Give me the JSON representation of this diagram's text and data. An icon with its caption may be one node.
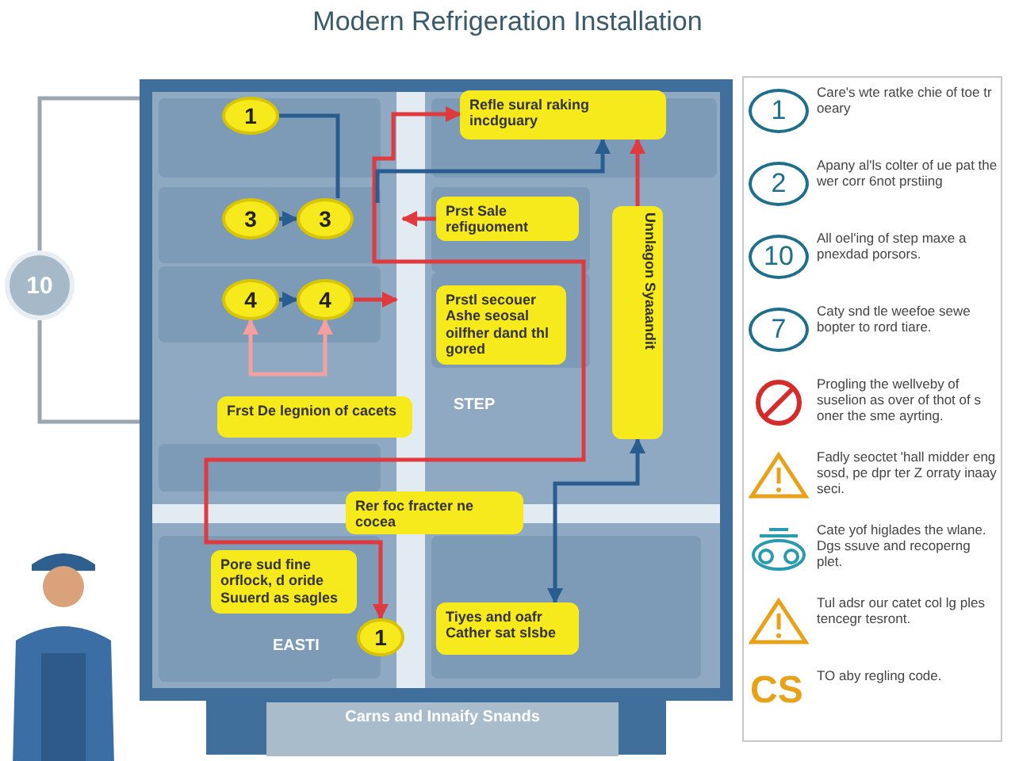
{
  "diagram": {
    "title": "Modern Refrigeration Installation",
    "nodes": [
      {
        "text": [],
        "shape": "box"
      },
      {
        "text": [
          "1"
        ],
        "in": 0
      },
      {
        "text": [
          "3"
        ],
        "in": 0
      },
      {
        "text": [
          "3"
        ],
        "in": 0
      },
      {
        "text": [
          "4"
        ],
        "in": 0
      },
      {
        "text": [
          "4"
        ],
        "in": 0
      },
      {
        "text": [
          "Refle sural raking incdguary"
        ],
        "in": 0
      },
      {
        "text": [
          "Prst Sale refiguoment"
        ],
        "in": 0
      },
      {
        "text": [
          "Prstl secouer Ashe seosal oilfher dand thl gored"
        ],
        "in": 0
      },
      {
        "text": [
          "Unnlagon Syaaandit"
        ],
        "in": 0
      },
      {
        "text": [
          "Frst De legnion of cacets"
        ],
        "in": 0
      },
      {
        "text": [
          "Rer foc fracter ne cocea"
        ],
        "in": 0
      },
      {
        "text": [
          "Pore sud fine orflock, d oride Suuerd as sagles"
        ],
        "in": 0
      },
      {
        "text": [
          "1"
        ],
        "in": 0
      },
      {
        "text": [
          "Tiyes and oafr Cather sat slsbe"
        ],
        "in": 0
      },
      {
        "text": [
          "10"
        ]
      },
      {
        "text": [
          "Carns and Innaify Snands"
        ]
      }
    ],
    "edges": [
      {
        "from": 1,
        "to": 3,
        "arrow": "none"
      },
      {
        "from": 2,
        "to": 3,
        "arrow": "to"
      },
      {
        "from": 4,
        "to": 5,
        "arrow": "to"
      },
      {
        "from": 4,
        "to": 5,
        "arrow": "both",
        "color": "#f2a0a0"
      },
      {
        "from": 5,
        "to": null,
        "arrow": "to",
        "color": "#e0393e"
      },
      {
        "from": 7,
        "to": null,
        "arrow": "to",
        "color": "#e0393e"
      },
      {
        "from": 13,
        "to": 6,
        "arrow": "both",
        "color": "#e0393e"
      },
      {
        "from": null,
        "to": 6,
        "arrow": "to"
      },
      {
        "from": 9,
        "to": 6,
        "arrow": "to",
        "color": "#e0393e"
      },
      {
        "from": 14,
        "to": 9,
        "arrow": "both"
      },
      {
        "from": 15,
        "to": 0,
        "arrow": "none",
        "color": "#9aa7b0"
      },
      {
        "from": 15,
        "to": 0,
        "arrow": "none",
        "color": "#9aa7b0"
      }
    ],
    "labels": [
      "STEP",
      "EASTI",
      "1",
      "2",
      "10",
      "7",
      "CS"
    ],
    "legend": [
      {
        "text": "Care's wte ratke chie of toe tr oeary"
      },
      {
        "text": "Apany al'ls colter of ue pat the wer corr 6not prstiing"
      },
      {
        "text": "All oel'ing of step maxe a pnexdad porsors."
      },
      {
        "text": "Caty snd tle weefoe sewe bopter to rord tiare."
      },
      {
        "text": "Progling the wellveby of suselion as over of thot of s oner the sme ayrting."
      },
      {
        "text": "Fadly seoctet 'hall midder eng sosd, pe dpr ter Z orraty inaay seci."
      },
      {
        "text": "Cate yof higlades the wlane. Dgs ssuve and recoperng plet."
      },
      {
        "text": "Tul adsr our catet col lg ples tencegr tesront."
      },
      {
        "text": "TO aby regling code."
      }
    ]
  }
}
